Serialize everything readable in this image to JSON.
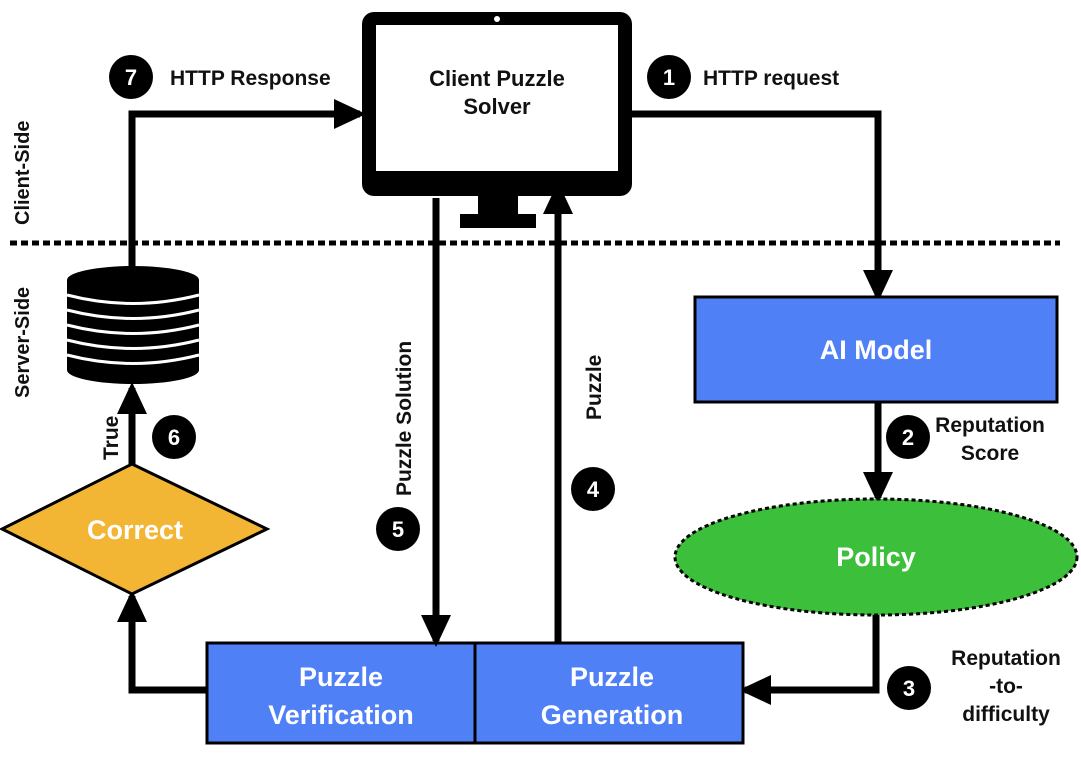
{
  "side_labels": {
    "client": "Client-Side",
    "server": "Server-Side"
  },
  "monitor": {
    "line1": "Client Puzzle",
    "line2": "Solver"
  },
  "nodes": {
    "ai_model": "AI Model",
    "policy": "Policy",
    "correct": "Correct",
    "verification": {
      "line1": "Puzzle",
      "line2": "Verification"
    },
    "generation": {
      "line1": "Puzzle",
      "line2": "Generation"
    }
  },
  "steps": [
    {
      "num": "1",
      "label": "HTTP request"
    },
    {
      "num": "2",
      "label_line1": "Reputation",
      "label_line2": "Score"
    },
    {
      "num": "3",
      "label_line1": "Reputation",
      "label_line2": "-to-",
      "label_line3": "difficulty"
    },
    {
      "num": "4",
      "label": "Puzzle"
    },
    {
      "num": "5",
      "label": "Puzzle Solution"
    },
    {
      "num": "6",
      "label": "True"
    },
    {
      "num": "7",
      "label": "HTTP Response"
    }
  ],
  "colors": {
    "box_blue": "#5080F6",
    "policy_green": "#3CBF3A",
    "correct_orange": "#F2B534",
    "ink": "#000000"
  },
  "icons": {
    "database": "database-icon",
    "monitor": "monitor-icon"
  }
}
